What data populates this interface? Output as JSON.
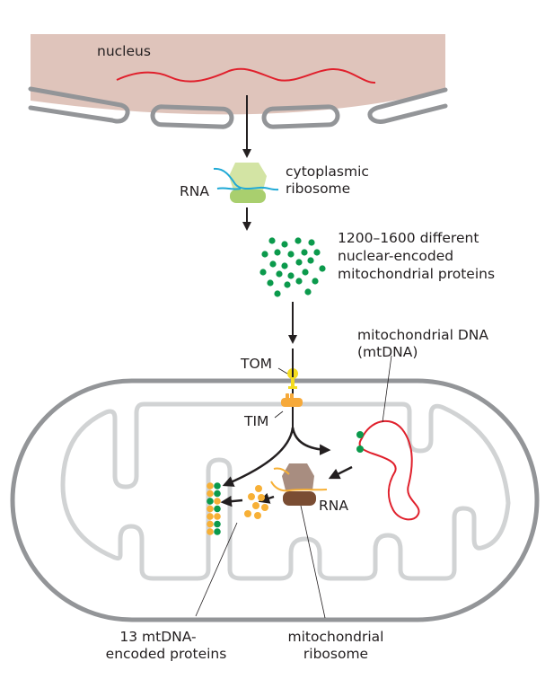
{
  "diagram": {
    "colors": {
      "nucleus_fill": "#dfc4bb",
      "nuclear_envelope": "#939598",
      "dna_red": "#e0202c",
      "rna_blue": "#1fa9d6",
      "ribosome_light_green": "#d3e4a4",
      "ribosome_green": "#a9cf6e",
      "protein_green": "#0b9a4c",
      "protein_orange": "#f7b036",
      "tom_yellow": "#f4dc1f",
      "tim_orange": "#f6a93a",
      "outer_membrane": "#939598",
      "inner_membrane": "#d1d3d4",
      "mito_ribosome_light": "#a88d80",
      "mito_ribosome_dark": "#7a4d33",
      "arrow": "#231f20"
    },
    "labels": {
      "nucleus": "nucleus",
      "rna_cytoplasmic": "RNA",
      "cytoplasmic_ribosome_line1": "cytoplasmic",
      "cytoplasmic_ribosome_line2": "ribosome",
      "nuclear_proteins_line1": "1200–1600 different",
      "nuclear_proteins_line2": "nuclear-encoded",
      "nuclear_proteins_line3": "mitochondrial proteins",
      "mtdna_line1": "mitochondrial DNA",
      "mtdna_line2": "(mtDNA)",
      "tom": "TOM",
      "tim": "TIM",
      "rna_mito": "RNA",
      "mt_proteins_line1": "13 mtDNA-",
      "mt_proteins_line2": "encoded proteins",
      "mito_ribosome_line1": "mitochondrial",
      "mito_ribosome_line2": "ribosome"
    }
  }
}
